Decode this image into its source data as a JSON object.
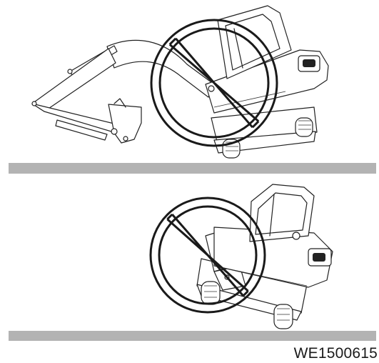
{
  "figure": {
    "id_label": "WE1500615",
    "panels": [
      {
        "name": "excavator-arm-extended",
        "sign": "prohibited"
      },
      {
        "name": "excavator-arm-retracted",
        "sign": "prohibited"
      }
    ],
    "colors": {
      "ground": "#b3b3b3",
      "prohibition_sign": "#1a1a1a",
      "outline": "#222222"
    },
    "icons": [
      "prohibition-sign-icon",
      "excavator-icon"
    ]
  }
}
